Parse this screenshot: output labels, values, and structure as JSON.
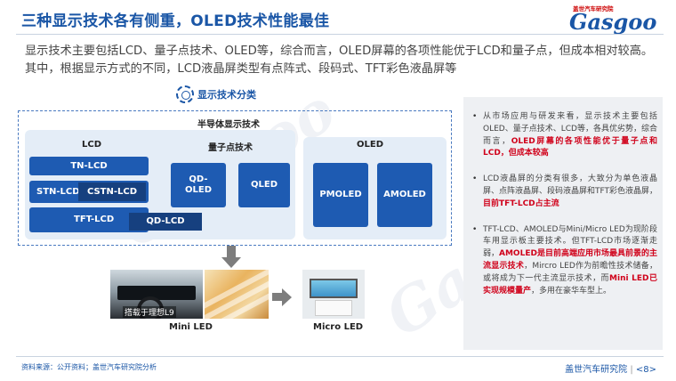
{
  "header": {
    "title": "三种显示技术各有侧重，OLED技术性能最佳",
    "logo_tagline": "盖世汽车研究院",
    "logo_text": "Gasgoo"
  },
  "intro": "显示技术主要包括LCD、量子点技术、OLED等，综合而言，OLED屏幕的各项性能优于LCD和量子点，但成本相对较高。其中，根据显示方式的不同，LCD液晶屏类型有点阵式、段码式、TFT彩色液晶屏等",
  "diagram": {
    "label": "显示技术分类",
    "semiconductor_title": "半导体显示技术",
    "lcd": {
      "label": "LCD",
      "items": [
        "TN-LCD",
        "STN-LCD",
        "CSTN-LCD",
        "TFT-LCD",
        "QD-LCD"
      ]
    },
    "quantum": {
      "label": "量子点技术",
      "items": [
        "QD-\nOLED",
        "QLED"
      ]
    },
    "oled": {
      "label": "OLED",
      "items": [
        "PMOLED",
        "AMOLED"
      ]
    },
    "photo_caption": "搭载于理想L9",
    "mini_label": "Mini LED",
    "micro_label": "Micro LED"
  },
  "bullets": [
    [
      {
        "t": "从市场应用与研发来看，显示技术主要包括OLED、量子点技术、LCD等，各具优劣势，综合而言，",
        "hl": false
      },
      {
        "t": "OLED屏幕的各项性能优于量子点和LCD，但成本较高",
        "hl": true
      }
    ],
    [
      {
        "t": "LCD液晶屏的分类有很多，大致分为单色液晶屏、点阵液晶屏、段码液晶屏和TFT彩色液晶屏，",
        "hl": false
      },
      {
        "t": "目前TFT-LCD占主流",
        "hl": true
      }
    ],
    [
      {
        "t": "TFT-LCD、AMOLED与Mini/Micro LED为现阶段车用显示板主要技术。但TFT-LCD市场逐渐走弱，",
        "hl": false
      },
      {
        "t": "AMOLED是目前高端应用市场最具前景的主流显示技术",
        "hl": true
      },
      {
        "t": "，Mircro LED作为前瞻性技术储备，或将成为下一代主流显示技术，而",
        "hl": false
      },
      {
        "t": "Mini LED已实现规模量产",
        "hl": true
      },
      {
        "t": "，多用在豪华车型上。",
        "hl": false
      }
    ]
  ],
  "footer": {
    "source": "资料来源：公开资料；盖世汽车研究院分析",
    "brand": "盖世汽车研究院",
    "page": "<8>"
  },
  "colors": {
    "primary": "#1a56a6",
    "tile": "#1e5bb2",
    "tile_dark": "#16407f",
    "highlight": "#d0021b",
    "panel_bg": "#eef0f3",
    "group_bg": "#e4edf7"
  }
}
